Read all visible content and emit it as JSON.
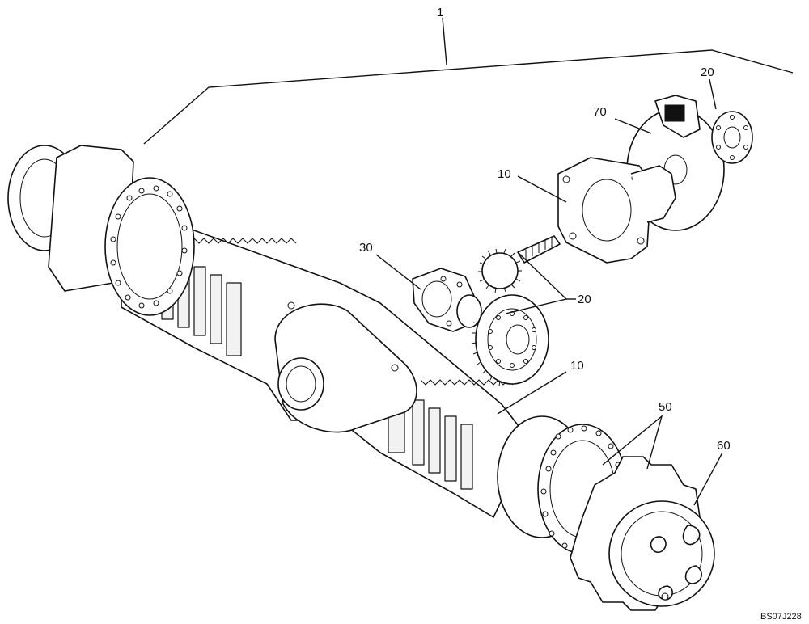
{
  "diagram": {
    "callouts": {
      "assembly": "1",
      "sensor": "20",
      "brake": "70",
      "housing_upper": "10",
      "differential": "30",
      "gear_set": "20",
      "housing_lower": "10",
      "planetary": "50",
      "hub": "60"
    },
    "reference_code": "BS07J228"
  }
}
